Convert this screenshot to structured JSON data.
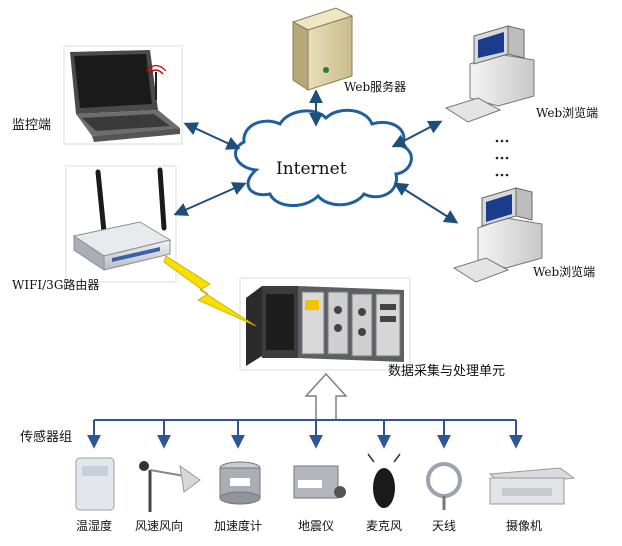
{
  "labels": {
    "monitor": "监控端",
    "web_server": "Web服务器",
    "web_browser_1": "Web浏览端",
    "web_browser_2": "Web浏览端",
    "router": "WIFI/3G路由器",
    "internet": "Internet",
    "daq_unit": "数据采集与处理单元",
    "sensor_group": "传感器组"
  },
  "ellipsis": "⋮",
  "sensors": [
    {
      "label": "温湿度",
      "icon": "temperature-humidity-sensor-icon"
    },
    {
      "label": "风速风向",
      "icon": "anemometer-icon"
    },
    {
      "label": "加速度计",
      "icon": "accelerometer-icon"
    },
    {
      "label": "地震仪",
      "icon": "seismometer-icon"
    },
    {
      "label": "麦克风",
      "icon": "microphone-icon"
    },
    {
      "label": "天线",
      "icon": "antenna-icon"
    },
    {
      "label": "摄像机",
      "icon": "camera-icon"
    }
  ],
  "colors": {
    "arrow": "#1f4e79",
    "cloud_stroke": "#1f5fa0",
    "lightning": "#f7e000",
    "bus_line": "#2f5597"
  }
}
